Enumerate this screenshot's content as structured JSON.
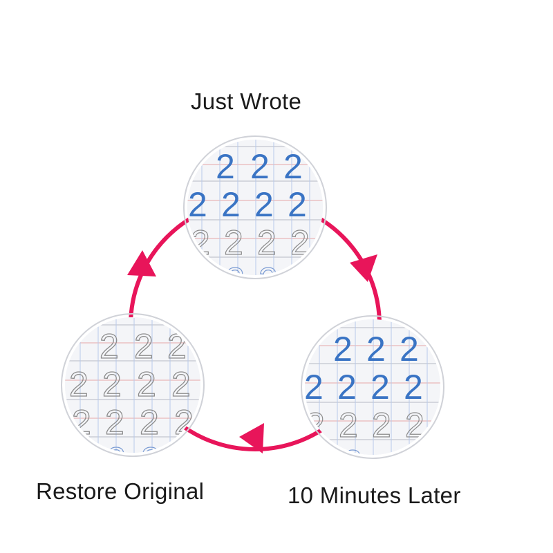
{
  "labels": {
    "just_wrote": "Just Wrote",
    "minutes_later": "10 Minutes Later",
    "restore_original": "Restore Original"
  },
  "digit": "2",
  "colors": {
    "arrow": "#e8155a",
    "ink_blue": "#3a74c4",
    "ink_faded": "#9a9a9a",
    "grid_line": "#b9bcc6",
    "grid_red": "#e6a7a7",
    "grid_blue": "#b7c9ea",
    "paper": "#f3f4f7"
  }
}
